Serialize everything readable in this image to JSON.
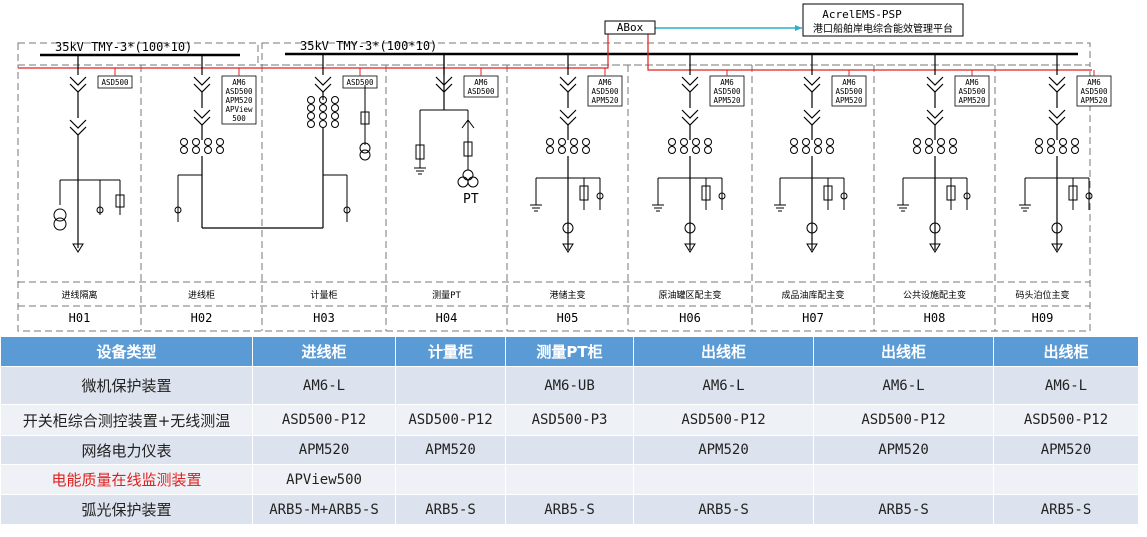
{
  "diagram": {
    "abox_label": "ABox",
    "platform_title": "AcrelEMS-PSP",
    "platform_subtitle": "港口船舶岸电综合能效管理平台",
    "bus_labels": [
      "35kV TMY-3*(100*10)",
      "35kV TMY-3*(100*10)"
    ],
    "pt_label": "PT",
    "cabinets": [
      {
        "id": "H01",
        "name": "进线隔离",
        "devices": [
          "ASD500"
        ]
      },
      {
        "id": "H02",
        "name": "进线柜",
        "devices": [
          "AM6",
          "ASD500",
          "APM520",
          "APView",
          "500"
        ]
      },
      {
        "id": "H03",
        "name": "计量柜",
        "devices": [
          "ASD500"
        ]
      },
      {
        "id": "H04",
        "name": "测量PT",
        "devices": [
          "AM6",
          "ASD500"
        ]
      },
      {
        "id": "H05",
        "name": "港储主变",
        "devices": [
          "AM6",
          "ASD500",
          "APM520"
        ]
      },
      {
        "id": "H06",
        "name": "原油罐区配主变",
        "devices": [
          "AM6",
          "ASD500",
          "APM520"
        ]
      },
      {
        "id": "H07",
        "name": "成品油库配主变",
        "devices": [
          "AM6",
          "ASD500",
          "APM520"
        ]
      },
      {
        "id": "H08",
        "name": "公共设施配主变",
        "devices": [
          "AM6",
          "ASD500",
          "APM520"
        ]
      },
      {
        "id": "H09",
        "name": "码头泊位主变",
        "devices": [
          "AM6",
          "ASD500",
          "APM520"
        ]
      }
    ]
  },
  "table": {
    "headers": [
      "设备类型",
      "进线柜",
      "计量柜",
      "测量PT柜",
      "出线柜",
      "出线柜",
      "出线柜"
    ],
    "rows": [
      {
        "cells": [
          "微机保护装置",
          "AM6-L",
          "",
          "AM6-UB",
          "AM6-L",
          "AM6-L",
          "AM6-L"
        ],
        "highlight": false
      },
      {
        "cells": [
          "开关柜综合测控装置+无线测温",
          "ASD500-P12",
          "ASD500-P12",
          "ASD500-P3",
          "ASD500-P12",
          "ASD500-P12",
          "ASD500-P12"
        ],
        "highlight": false
      },
      {
        "cells": [
          "网络电力仪表",
          "APM520",
          "APM520",
          "",
          "APM520",
          "APM520",
          "APM520"
        ],
        "highlight": false
      },
      {
        "cells": [
          "电能质量在线监测装置",
          "APView500",
          "",
          "",
          "",
          "",
          ""
        ],
        "highlight": true
      },
      {
        "cells": [
          "弧光保护装置",
          "ARB5-M+ARB5-S",
          "ARB5-S",
          "ARB5-S",
          "ARB5-S",
          "ARB5-S",
          "ARB5-S"
        ],
        "highlight": false
      }
    ]
  },
  "colors": {
    "header_bg": "#5b9bd5",
    "row_dark": "#dde3ee",
    "row_light": "#eef1f6",
    "comm_line": "#e02020",
    "link_line": "#2ab0c8",
    "highlight_text": "#e02020"
  }
}
